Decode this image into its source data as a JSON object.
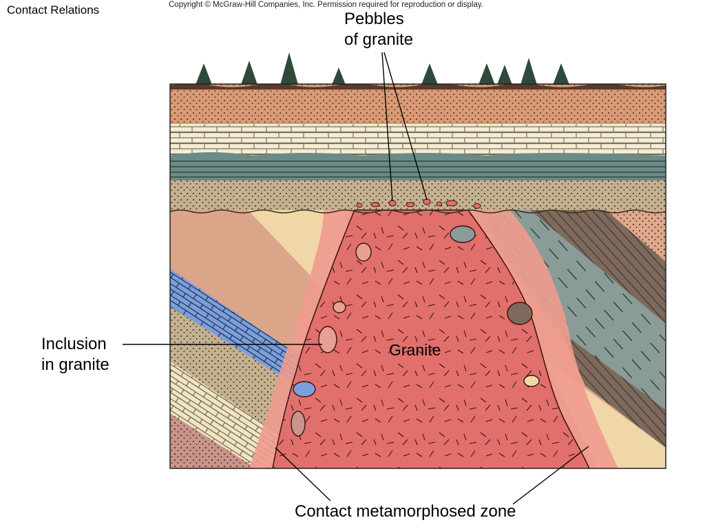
{
  "slide": {
    "title": "Contact Relations",
    "copyright": "Copyright © McGraw-Hill Companies, Inc. Permission required for reproduction or display."
  },
  "labels": {
    "pebbles_line1": "Pebbles",
    "pebbles_line2": "of granite",
    "inclusion_line1": "Inclusion",
    "inclusion_line2": "in granite",
    "granite": "Granite",
    "contact_zone": "Contact metamorphosed zone"
  },
  "colors": {
    "granite": "#e16f6c",
    "contact_zone": "#ef9b8e",
    "soil": "#d99a75",
    "limestone": "#f2ecd4",
    "shale": "#6a8b86",
    "sandstone": "#c4b190",
    "conglomerate": "#dba589",
    "blue_limestone": "#7b9fdc",
    "gray_shale": "#8a9c98",
    "brown_shale": "#7d6a5c",
    "trees": "#2f4a3a"
  }
}
